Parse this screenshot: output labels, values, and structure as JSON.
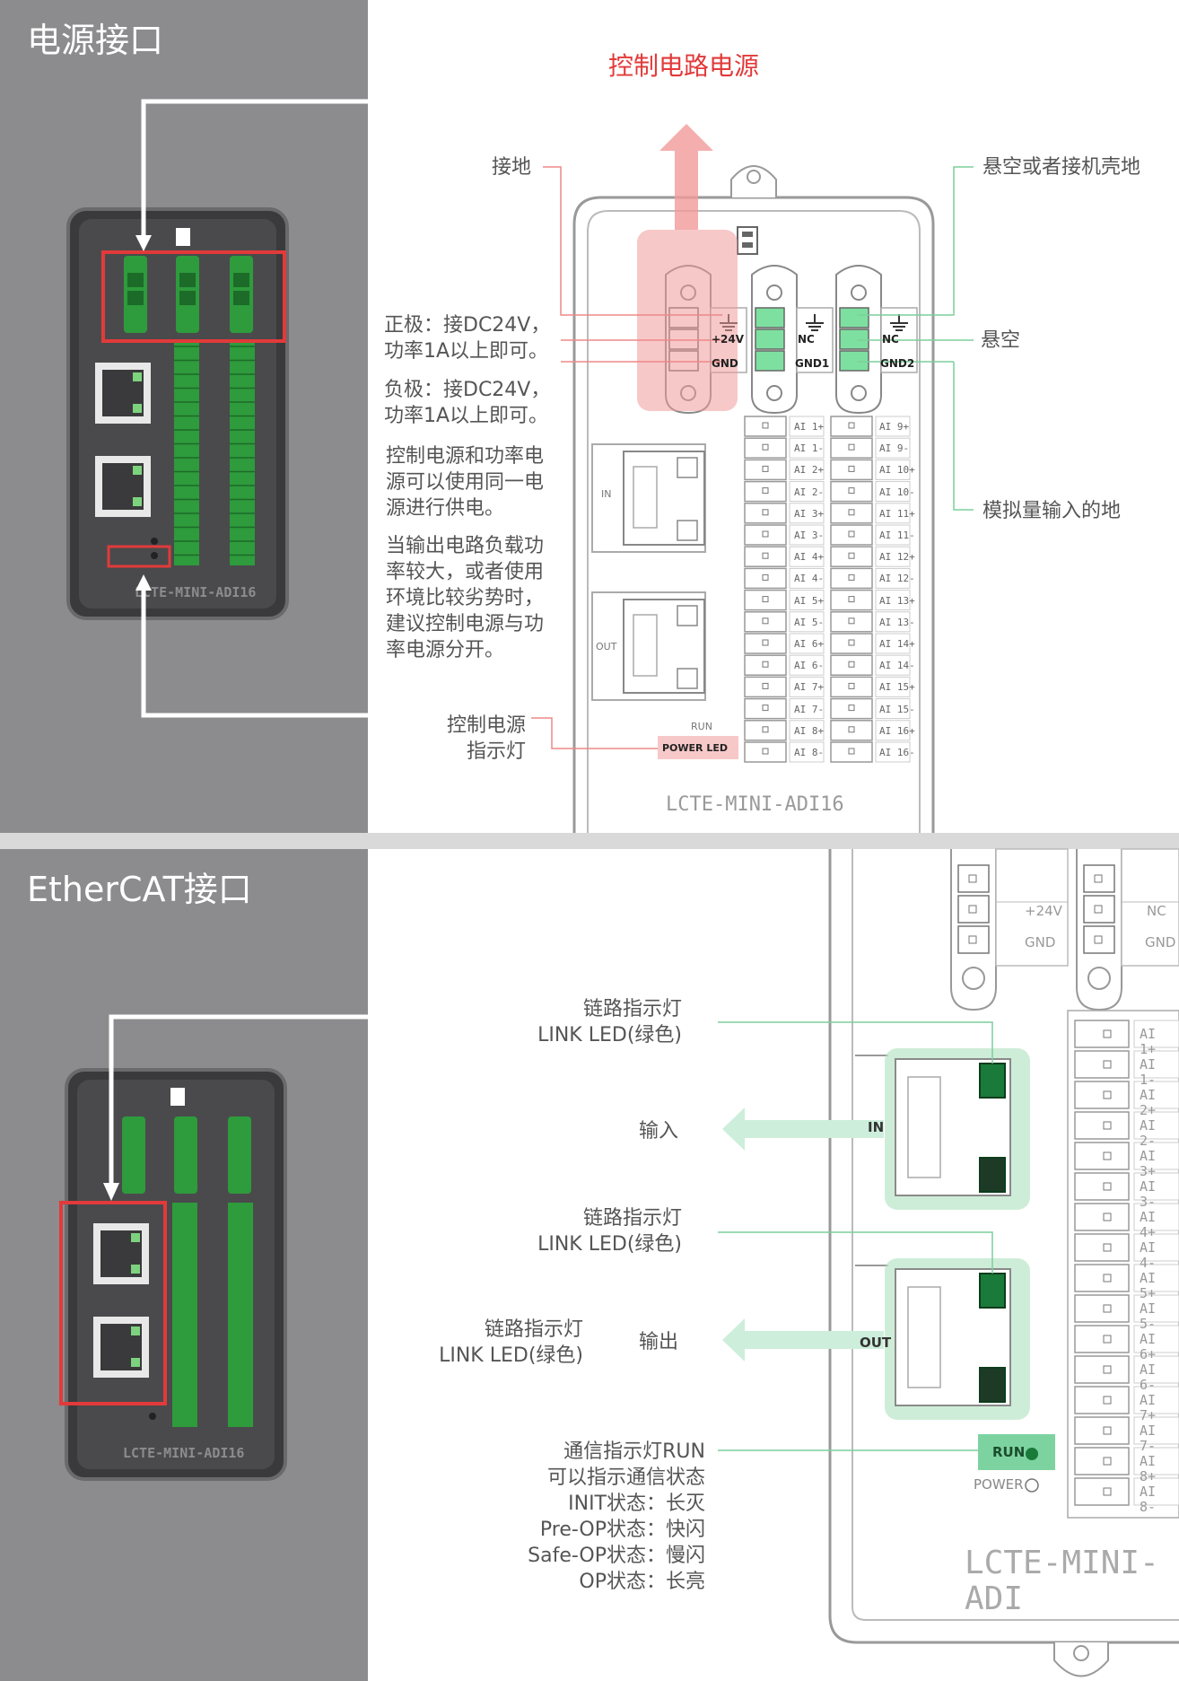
{
  "section1": {
    "title": "电源接口",
    "heading": "控制电路电源",
    "device_name": "LCTE-MINI-ADI16",
    "label_ground": "接地",
    "label_float_or_case": "悬空或者接机壳地",
    "label_float": "悬空",
    "label_analog_gnd": "模拟量输入的地",
    "positive": [
      "正极：接DC24V，",
      "功率1A以上即可。"
    ],
    "negative": [
      "负极：接DC24V，",
      "功率1A以上即可。"
    ],
    "note1": [
      "控制电源和功率电",
      "源可以使用同一电",
      "源进行供电。"
    ],
    "note2": [
      "当输出电路负载功",
      "率较大，或者使用",
      "环境比较劣势时，",
      "建议控制电源与功",
      "率电源分开。"
    ],
    "power_led_label": [
      "控制电源",
      "指示灯"
    ],
    "terminals": {
      "t1": [
        "+24V",
        "GND"
      ],
      "t2": [
        "NC",
        "GND1"
      ],
      "t3": [
        "NC",
        "GND2"
      ]
    },
    "left_column": [
      "AI 1+",
      "AI 1-",
      "AI 2+",
      "AI 2-",
      "AI 3+",
      "AI 3-",
      "AI 4+",
      "AI 4-",
      "AI 5+",
      "AI 5-",
      "AI 6+",
      "AI 6-",
      "AI 7+",
      "AI 7-",
      "AI 8+",
      "AI 8-"
    ],
    "right_column": [
      "AI 9+",
      "AI 9-",
      "AI 10+",
      "AI 10-",
      "AI 11+",
      "AI 11-",
      "AI 12+",
      "AI 12-",
      "AI 13+",
      "AI 13-",
      "AI 14+",
      "AI 14-",
      "AI 15+",
      "AI 15-",
      "AI 16+",
      "AI 16-"
    ],
    "port_in": "IN",
    "port_out": "OUT",
    "run": "RUN",
    "power_led": "POWER LED",
    "power": "POWER"
  },
  "section2": {
    "title": "EtherCAT接口",
    "link_led_1": [
      "链路指示灯",
      "LINK LED(绿色)"
    ],
    "input": "输入",
    "link_led_2": [
      "链路指示灯",
      "LINK LED(绿色)"
    ],
    "link_led_3": [
      "链路指示灯",
      "LINK LED(绿色)"
    ],
    "output": "输出",
    "run_lines": [
      "通信指示灯RUN",
      "可以指示通信状态",
      "INIT状态：长灭",
      "Pre-OP状态：快闪",
      "Safe-OP状态：慢闪",
      "OP状态：长亮"
    ],
    "terminals": {
      "t1": [
        "+24V",
        "GND"
      ],
      "t2": [
        "NC",
        "GND"
      ]
    },
    "right_column": [
      "AI 1+",
      "AI 1-",
      "AI 2+",
      "AI 2-",
      "AI 3+",
      "AI 3-",
      "AI 4+",
      "AI 4-",
      "AI 5+",
      "AI 5-",
      "AI 6+",
      "AI 6-",
      "AI 7+",
      "AI 7-",
      "AI 8+",
      "AI 8-"
    ],
    "run": "RUN",
    "power": "POWER",
    "device_name": "LCTE-MINI-ADI"
  },
  "colors": {
    "panel": "#8c8c8e",
    "highlight_red": "#e23a3a",
    "green": "#2e9b3c",
    "led_green": "#1a7a3a"
  }
}
